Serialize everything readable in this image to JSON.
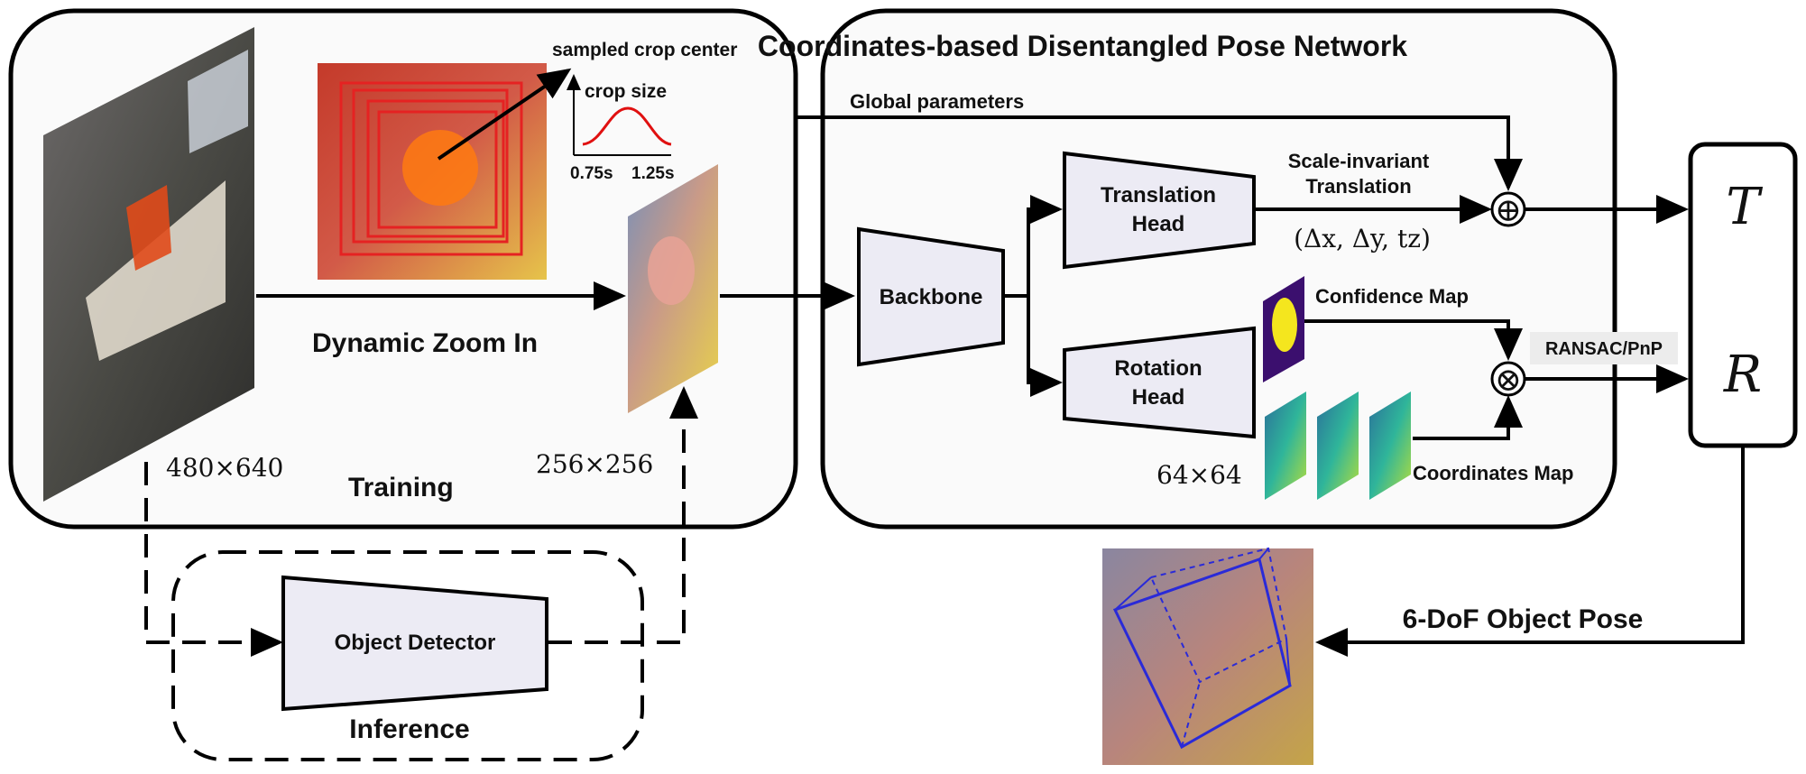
{
  "labels": {
    "sampled_crop_center": "sampled crop center",
    "crop_size": "crop size",
    "tick_left": "0.75s",
    "tick_right": "1.25s",
    "dynamic_zoom_in": "Dynamic Zoom In",
    "res_full": "480×640",
    "res_crop": "256×256",
    "training": "Training",
    "object_detector": "Object Detector",
    "inference": "Inference",
    "network_title": "Coordinates-based Disentangled Pose Network",
    "global_parameters": "Global parameters",
    "backbone": "Backbone",
    "translation_head_1": "Translation",
    "translation_head_2": "Head",
    "rotation_head_1": "Rotation",
    "rotation_head_2": "Head",
    "scale_invariant_1": "Scale-invariant",
    "scale_invariant_2": "Translation",
    "delta_tuple": "(Δx, Δy, tz)",
    "confidence_map": "Confidence Map",
    "coordinates_map": "Coordinates Map",
    "res_map": "64×64",
    "ransac_pnp": "RANSAC/PnP",
    "T": "T",
    "R": "R",
    "plus_symbol": "⊕",
    "times_symbol": "⊗",
    "six_dof": "6-DoF Object Pose"
  },
  "colors": {
    "head_fill": "#ecebf4",
    "crop_box": "#e52222",
    "pose_box": "#2a2ad8",
    "curve": "#e01010",
    "conf_bg": "#3b0f6e",
    "conf_fg": "#f4e61e",
    "coord_bg": "#1f8f8a"
  }
}
